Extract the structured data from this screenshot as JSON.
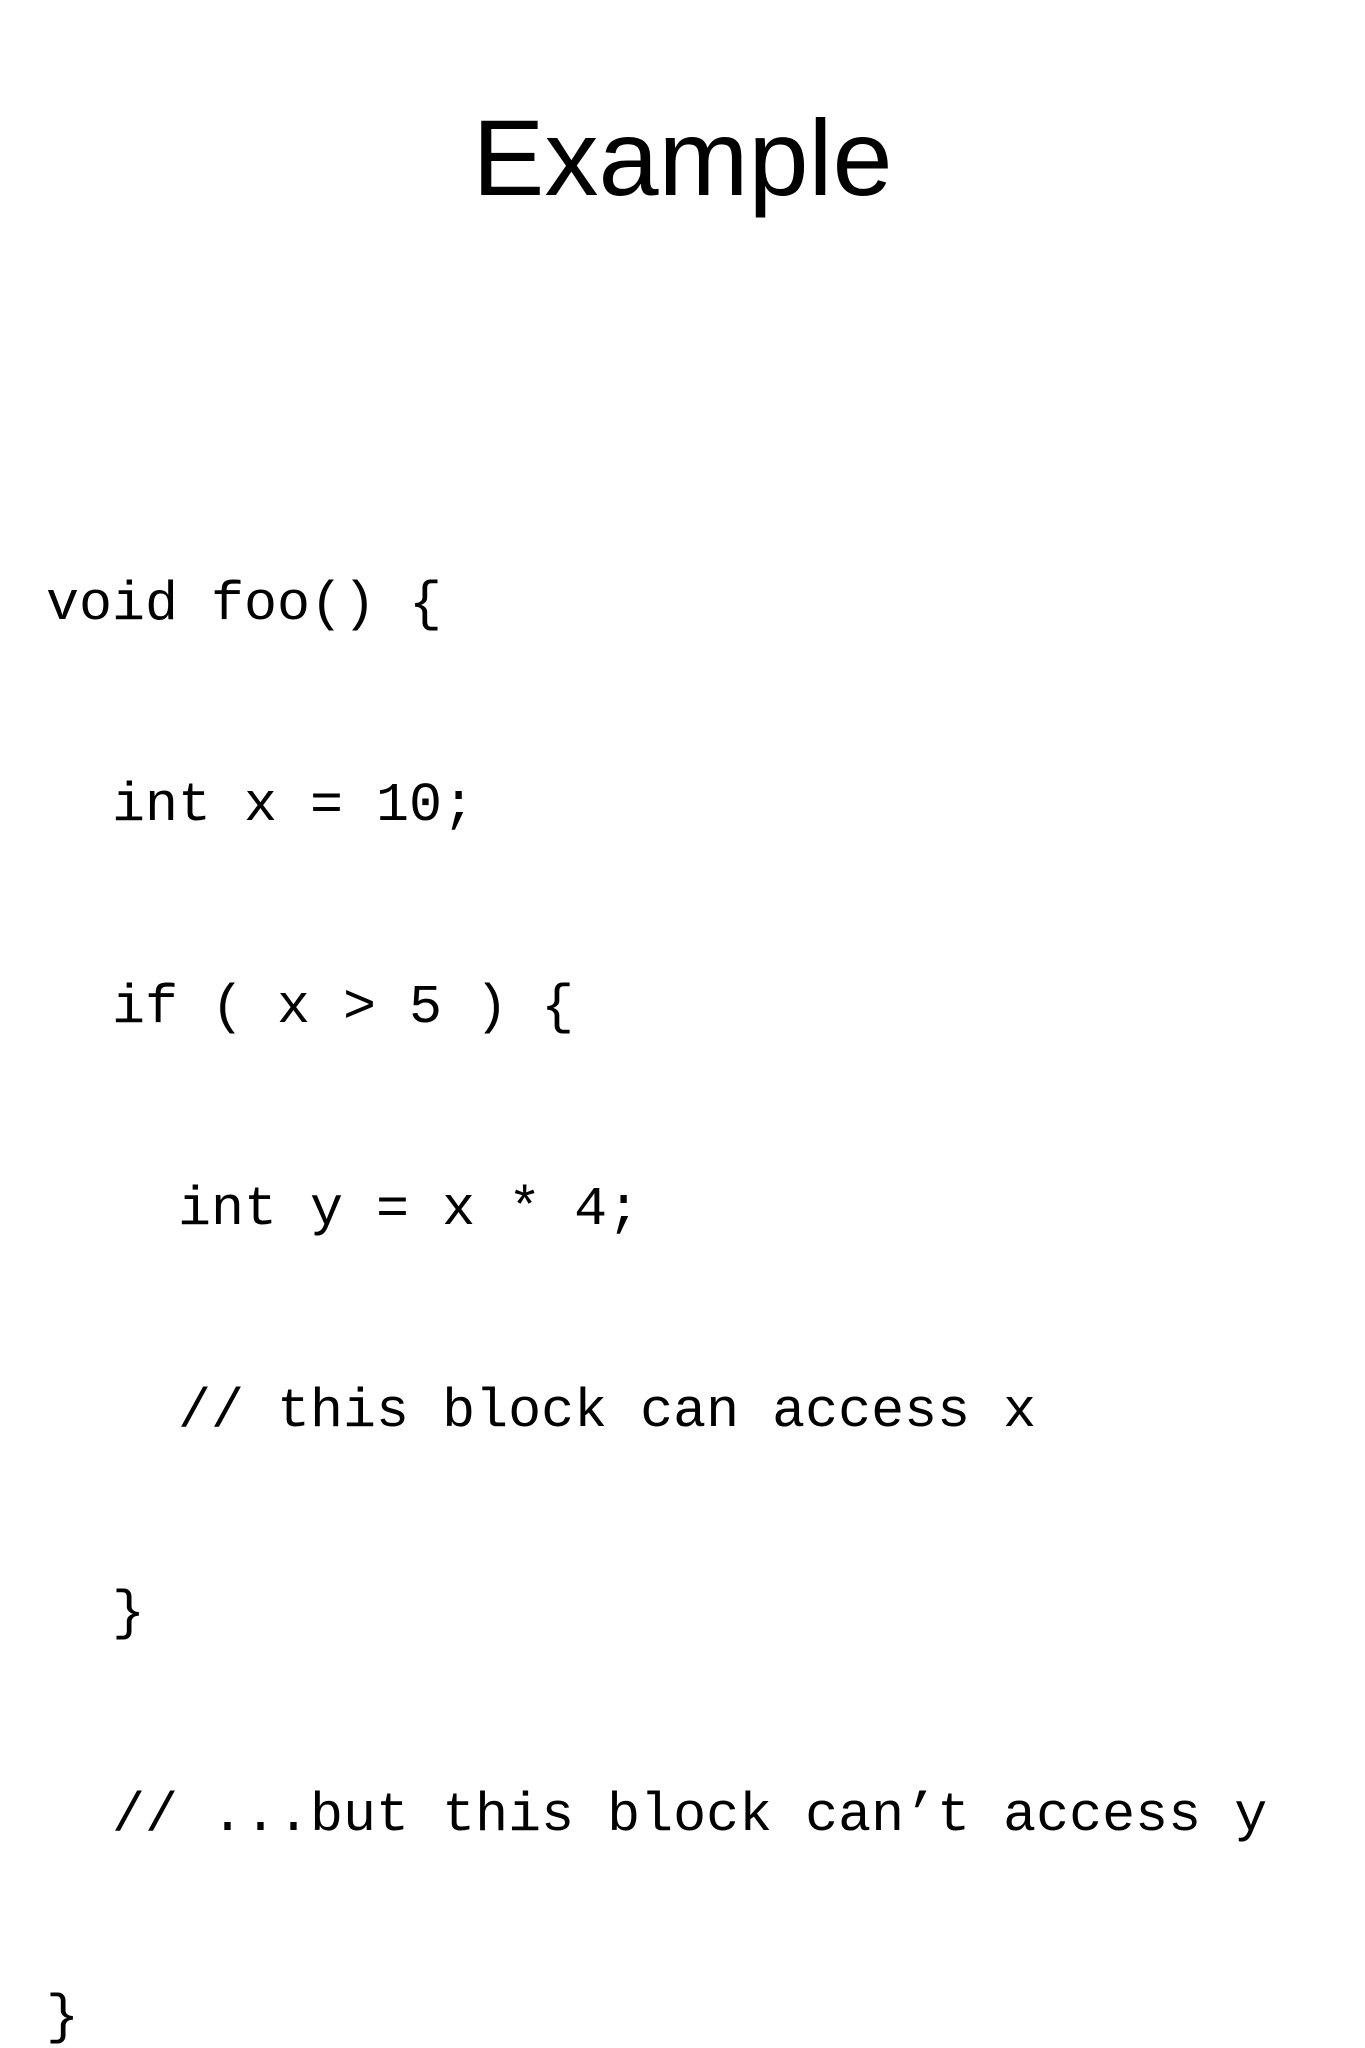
{
  "slide": {
    "title": "Example",
    "code_lines": [
      "void foo() {",
      "  int x = 10;",
      "  if ( x > 5 ) {",
      "    int y = x * 4;",
      "    // this block can access x",
      "  }",
      "  // ...but this block can’t access y",
      "}"
    ]
  }
}
